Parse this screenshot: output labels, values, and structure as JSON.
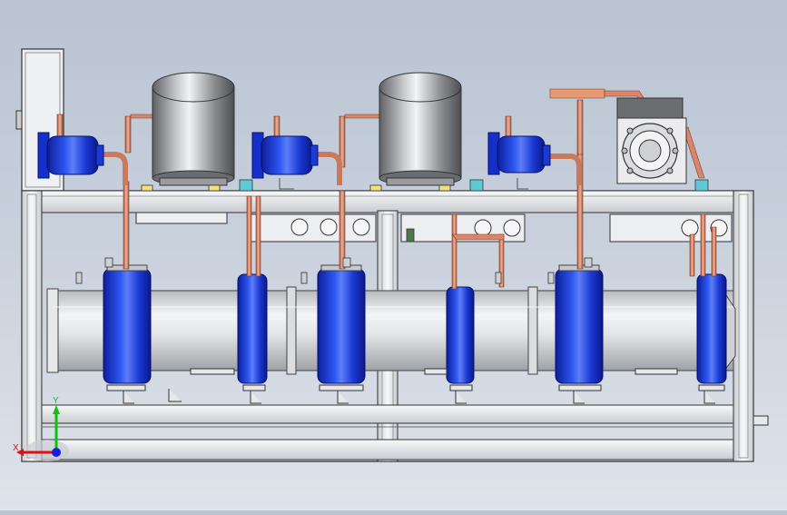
{
  "viewport": {
    "background_top": "#b9c3d2",
    "background_bottom": "#dfe3ea"
  },
  "triad": {
    "x_label": "X",
    "y_label": "Y",
    "x_color": "#e01010",
    "y_color": "#10c010",
    "z_color": "#1020e0"
  },
  "colors": {
    "frame": "#eef0f3",
    "frame_stroke": "#333333",
    "shell": "#d9dadd",
    "blue_vessel": "#1b3fd8",
    "copper": "#d9866a",
    "tank": "#7d7f82"
  },
  "equipment": {
    "compressor_tanks": [
      "tank-left",
      "tank-right"
    ],
    "blue_motors": [
      "motor-1",
      "motor-2",
      "motor-3"
    ],
    "blue_receivers": [
      "receiver-1",
      "receiver-2",
      "receiver-3",
      "receiver-4",
      "receiver-5",
      "receiver-6"
    ]
  }
}
